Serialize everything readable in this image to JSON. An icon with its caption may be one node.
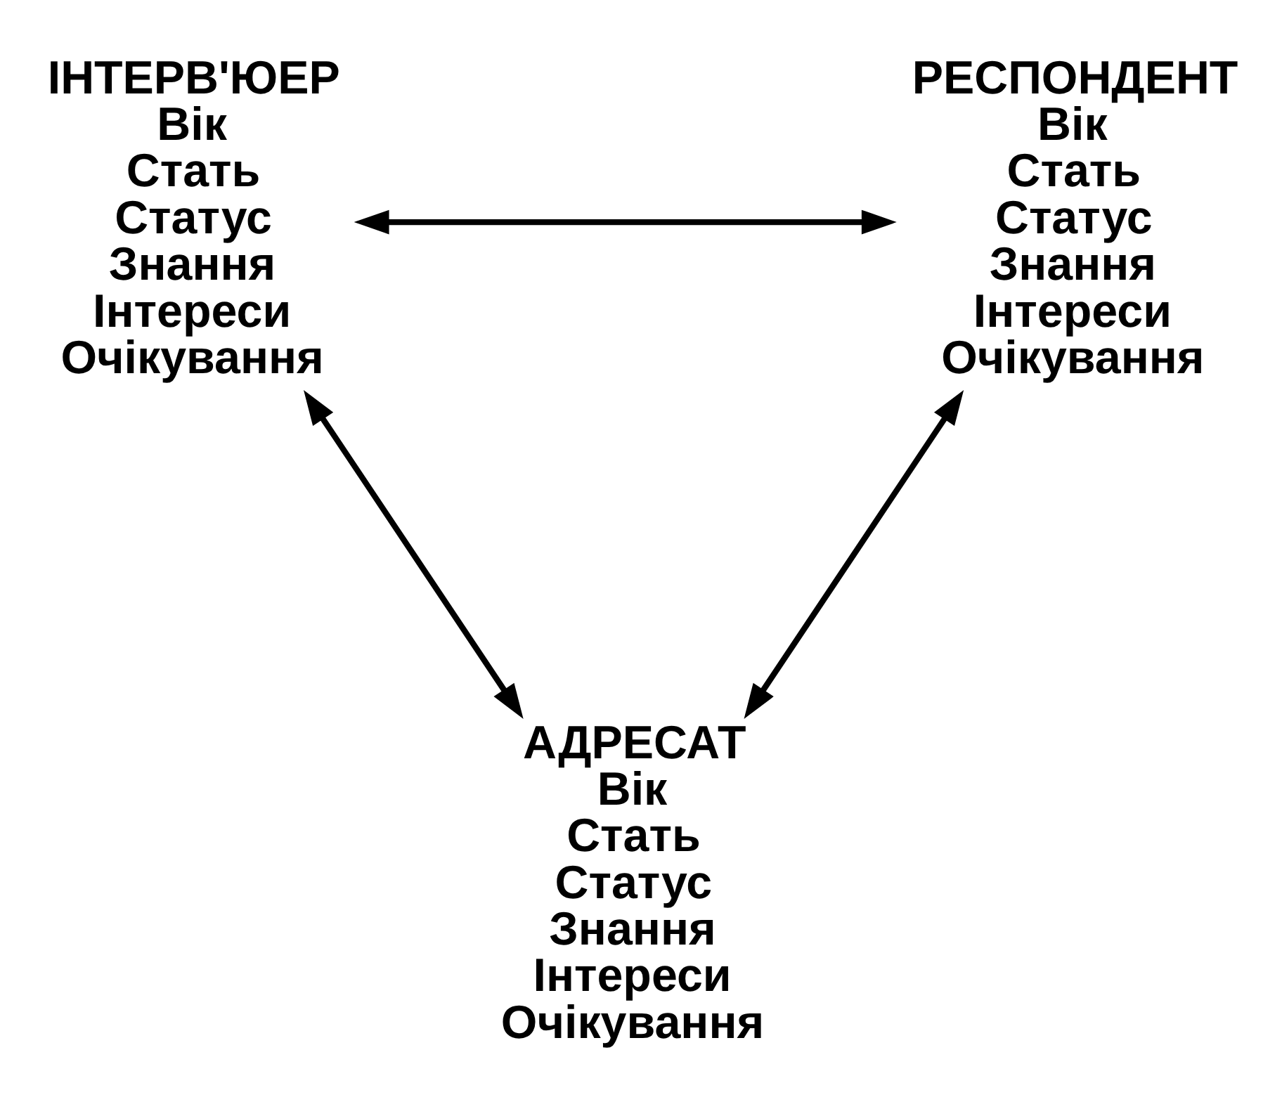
{
  "diagram": {
    "nodes": [
      {
        "text": [
          "ІНТЕРВ'ЮЕР",
          "Вік",
          "Стать",
          "Статус",
          "Знання",
          "Інтереси",
          "Очікування"
        ]
      },
      {
        "text": [
          "РЕСПОНДЕНТ",
          "Вік",
          "Стать",
          "Статус",
          "Знання",
          "Інтереси",
          "Очікування"
        ]
      },
      {
        "text": [
          "АДРЕСАТ",
          "Вік",
          "Стать",
          "Статус",
          "Знання",
          "Інтереси",
          "Очікування"
        ]
      }
    ],
    "edges": [
      {
        "from": 0,
        "to": 1,
        "arrow": "both"
      },
      {
        "from": 0,
        "to": 2,
        "arrow": "both"
      },
      {
        "from": 1,
        "to": 2,
        "arrow": "both"
      }
    ]
  }
}
